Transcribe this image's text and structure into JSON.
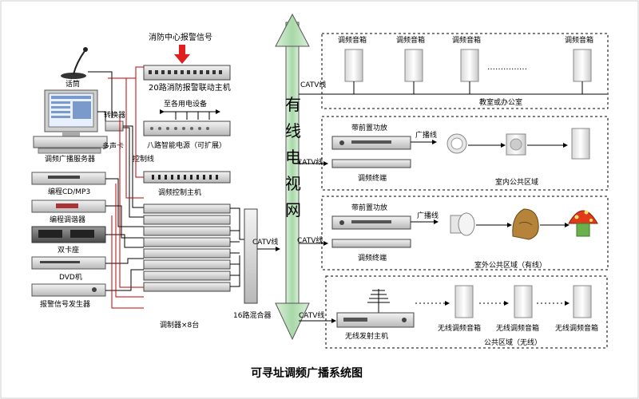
{
  "title": "可寻址调频广播系统图",
  "fire_signal": "消防中心报警信号",
  "fire_host": "20路消防报警联动主机",
  "to_equipment": "至各用电设备",
  "power_unit": "八路智能电源（可扩展）",
  "control_line": "控制线",
  "control_host": "调频控制主机",
  "mic": "话筒",
  "converter": "转换器",
  "multi_card": "多声卡",
  "server": "调频广播服务器",
  "cd": "编程CD/MP3",
  "tuner": "编程调谐器",
  "dual_deck": "双卡座",
  "dvd": "DVD机",
  "alarm_gen": "报警信号发生器",
  "modulators": "调制器×8台",
  "mixer": "16路混合器",
  "catv": "CATV线",
  "network_label": [
    "有",
    "线",
    "电",
    "视",
    "网"
  ],
  "speaker": "调频音箱",
  "dots": "……………",
  "zone1": "教室或办公室",
  "amp": "带前置功放",
  "broadcast_line": "广播线",
  "terminal": "调频终端",
  "zone2": "室内公共区域",
  "zone3": "室外公共区域（有线）",
  "transmitter": "无线发射主机",
  "wireless_speaker": "无线调频音箱",
  "zone4": "公共区域（无线）"
}
